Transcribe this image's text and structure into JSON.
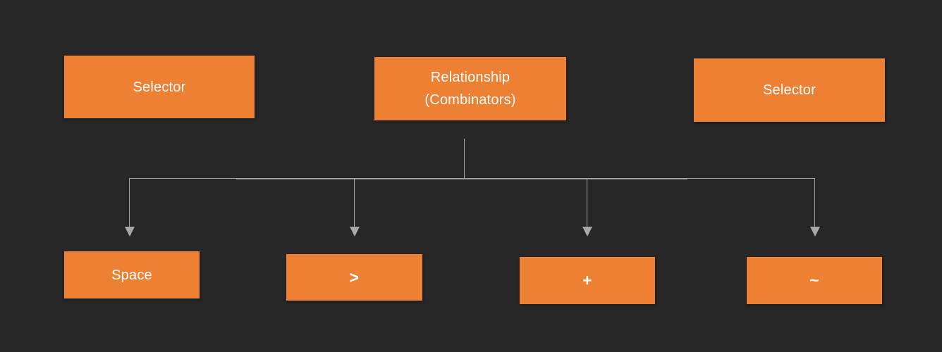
{
  "diagram": {
    "title": "CSS selector relationship combinators diagram",
    "colors": {
      "background": "#272727",
      "node_fill": "#ED8032",
      "node_text": "#FFFFFF",
      "connector": "#A6A6A6"
    },
    "nodes": {
      "top": [
        {
          "name": "selector-left",
          "label": "Selector"
        },
        {
          "name": "relationship-combinators",
          "label": "Relationship\n(Combinators)"
        },
        {
          "name": "selector-right",
          "label": "Selector"
        }
      ],
      "bottom": [
        {
          "name": "combinator-space",
          "label": "Space"
        },
        {
          "name": "combinator-child",
          "label": ">"
        },
        {
          "name": "combinator-adjacent-sibling",
          "label": "+"
        },
        {
          "name": "combinator-general-sibling",
          "label": "~"
        }
      ]
    },
    "connections": [
      {
        "from": "relationship-combinators",
        "to": "combinator-space"
      },
      {
        "from": "relationship-combinators",
        "to": "combinator-child"
      },
      {
        "from": "relationship-combinators",
        "to": "combinator-adjacent-sibling"
      },
      {
        "from": "relationship-combinators",
        "to": "combinator-general-sibling"
      }
    ]
  }
}
